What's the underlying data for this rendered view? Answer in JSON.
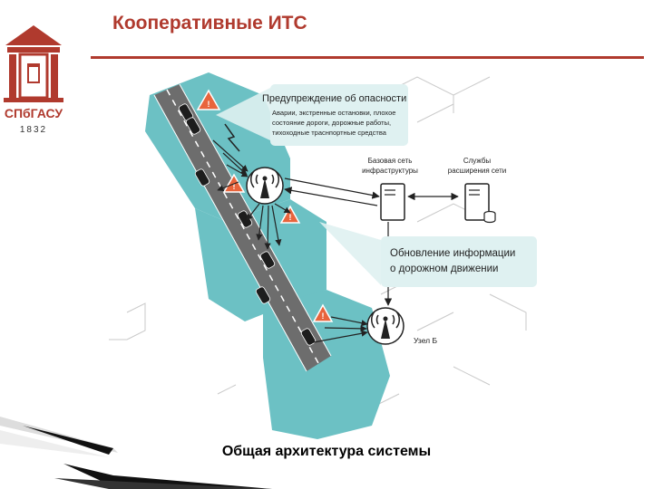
{
  "header": {
    "title": "Кооперативные ИТС"
  },
  "logo": {
    "abbr": "СПбГАСУ",
    "year": "1832"
  },
  "diagram": {
    "hazard_warning": {
      "title": "Предупреждение об опасности",
      "lines": [
        "Аварии, экстренные остановки, плохое",
        "состояние дороги, дорожные работы,",
        "тихоходные траснпортные средства"
      ]
    },
    "infrastructure_network": [
      "Базовая сеть",
      "инфраструктуры"
    ],
    "network_services": [
      "Службы",
      "расширения сети"
    ],
    "traffic_update": [
      "Обновление информации",
      "о дорожном движении"
    ],
    "node_b": "Узел Б"
  },
  "caption": "Общая архитектура системы",
  "colors": {
    "accent": "#b03a2e",
    "cell_fill": "#6cc1c4",
    "cell_light": "#dff1f1",
    "road": "#6d6d6d",
    "hazard": "#e8643c"
  }
}
